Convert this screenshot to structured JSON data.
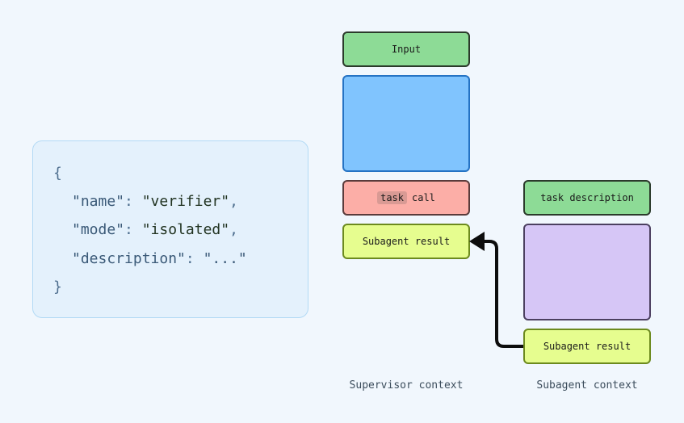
{
  "code": {
    "open_brace": "{",
    "name_key": "\"name\"",
    "name_value": "\"verifier\"",
    "mode_key": "\"mode\"",
    "mode_value": "\"isolated\"",
    "description_key": "\"description\"",
    "description_value": "\"...\"",
    "close_brace": "}",
    "colon": ": ",
    "comma": ","
  },
  "supervisor": {
    "input_label": "Input",
    "task_chip": "task",
    "task_call_label": "call",
    "result_label": "Subagent result",
    "caption": "Supervisor context"
  },
  "subagent": {
    "task_description_label": "task description",
    "result_label": "Subagent result",
    "caption": "Subagent context"
  },
  "colors": {
    "background": "#f1f7fd",
    "green": "#8ddb96",
    "blue": "#80c4fe",
    "red": "#fcaea7",
    "yellow": "#e6fd8f",
    "purple": "#d6c6f6"
  }
}
